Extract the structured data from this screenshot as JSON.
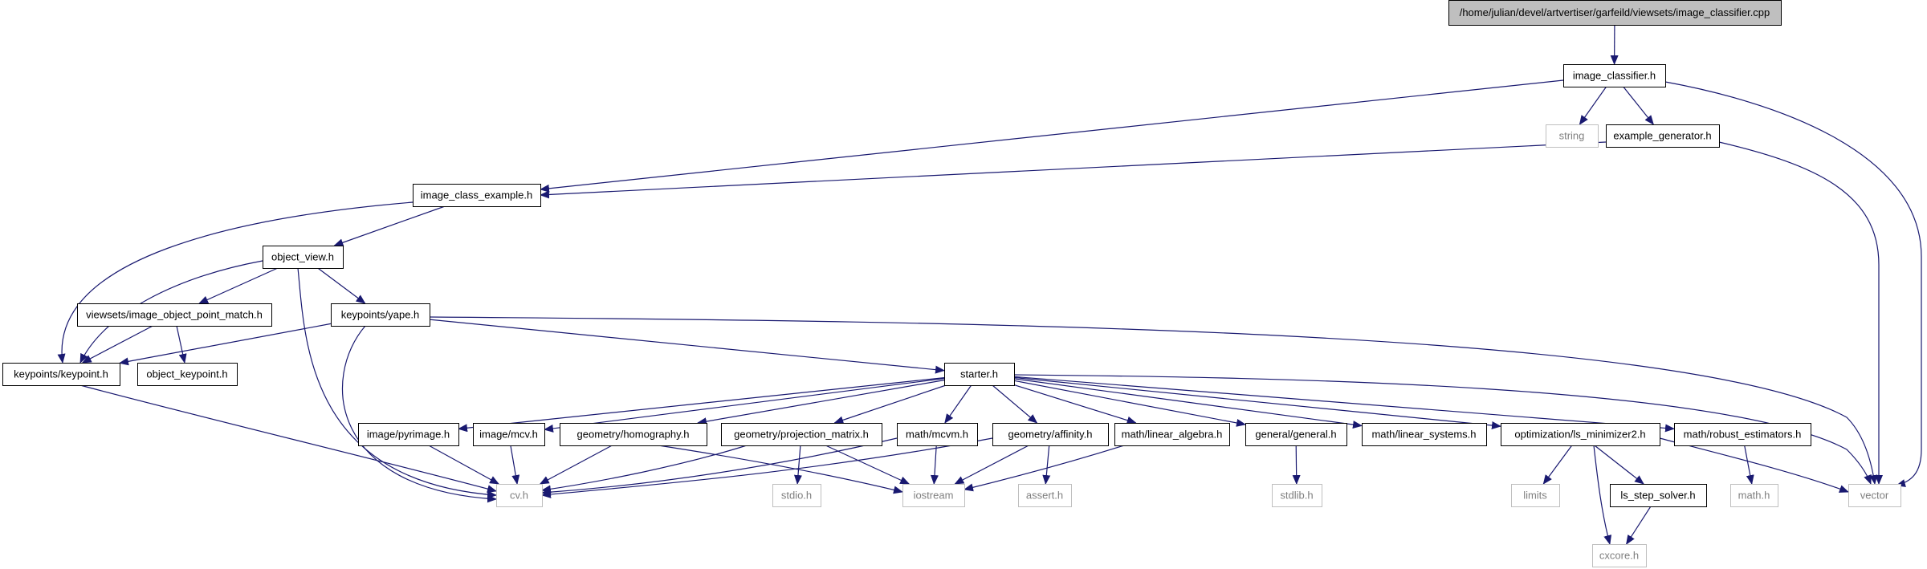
{
  "title": "",
  "colors": {
    "edge": "#191970",
    "node_border": "#000000",
    "sys_border": "#bfbfbf",
    "root_fill": "#bfbfbf",
    "text": "#000000",
    "sys_text": "#7f7f7f"
  },
  "nodes": [
    {
      "id": "root",
      "label": "/home/julian/devel/artvertiser/garfeild/viewsets/image_classifier.cpp",
      "kind": "root"
    },
    {
      "id": "image_classifier",
      "label": "image_classifier.h",
      "kind": "local"
    },
    {
      "id": "string",
      "label": "string",
      "kind": "system"
    },
    {
      "id": "example_generator",
      "label": "example_generator.h",
      "kind": "local"
    },
    {
      "id": "image_class_example",
      "label": "image_class_example.h",
      "kind": "local"
    },
    {
      "id": "object_view",
      "label": "object_view.h",
      "kind": "local"
    },
    {
      "id": "image_object_point_match",
      "label": "viewsets/image_object_point_match.h",
      "kind": "local"
    },
    {
      "id": "yape",
      "label": "keypoints/yape.h",
      "kind": "local"
    },
    {
      "id": "keypoint",
      "label": "keypoints/keypoint.h",
      "kind": "local"
    },
    {
      "id": "object_keypoint",
      "label": "object_keypoint.h",
      "kind": "local"
    },
    {
      "id": "starter",
      "label": "starter.h",
      "kind": "local"
    },
    {
      "id": "pyrimage",
      "label": "image/pyrimage.h",
      "kind": "local"
    },
    {
      "id": "mcv",
      "label": "image/mcv.h",
      "kind": "local"
    },
    {
      "id": "homography",
      "label": "geometry/homography.h",
      "kind": "local"
    },
    {
      "id": "projection_matrix",
      "label": "geometry/projection_matrix.h",
      "kind": "local"
    },
    {
      "id": "mcvm",
      "label": "math/mcvm.h",
      "kind": "local"
    },
    {
      "id": "affinity",
      "label": "geometry/affinity.h",
      "kind": "local"
    },
    {
      "id": "linear_algebra",
      "label": "math/linear_algebra.h",
      "kind": "local"
    },
    {
      "id": "general",
      "label": "general/general.h",
      "kind": "local"
    },
    {
      "id": "linear_systems",
      "label": "math/linear_systems.h",
      "kind": "local"
    },
    {
      "id": "ls_minimizer2",
      "label": "optimization/ls_minimizer2.h",
      "kind": "local"
    },
    {
      "id": "robust_estimators",
      "label": "math/robust_estimators.h",
      "kind": "local"
    },
    {
      "id": "cv",
      "label": "cv.h",
      "kind": "system"
    },
    {
      "id": "stdio",
      "label": "stdio.h",
      "kind": "system"
    },
    {
      "id": "iostream",
      "label": "iostream",
      "kind": "system"
    },
    {
      "id": "assert",
      "label": "assert.h",
      "kind": "system"
    },
    {
      "id": "stdlib",
      "label": "stdlib.h",
      "kind": "system"
    },
    {
      "id": "limits",
      "label": "limits",
      "kind": "system"
    },
    {
      "id": "ls_step_solver",
      "label": "ls_step_solver.h",
      "kind": "local"
    },
    {
      "id": "math_h",
      "label": "math.h",
      "kind": "system"
    },
    {
      "id": "vector",
      "label": "vector",
      "kind": "system"
    },
    {
      "id": "cxcore",
      "label": "cxcore.h",
      "kind": "system"
    }
  ],
  "edges": [
    [
      "root",
      "image_classifier"
    ],
    [
      "image_classifier",
      "image_class_example"
    ],
    [
      "image_classifier",
      "string"
    ],
    [
      "image_classifier",
      "example_generator"
    ],
    [
      "image_classifier",
      "vector"
    ],
    [
      "example_generator",
      "image_class_example"
    ],
    [
      "example_generator",
      "vector"
    ],
    [
      "image_class_example",
      "object_view"
    ],
    [
      "image_class_example",
      "keypoint"
    ],
    [
      "object_view",
      "keypoint"
    ],
    [
      "object_view",
      "image_object_point_match"
    ],
    [
      "object_view",
      "yape"
    ],
    [
      "object_view",
      "cv"
    ],
    [
      "image_object_point_match",
      "keypoint"
    ],
    [
      "image_object_point_match",
      "object_keypoint"
    ],
    [
      "yape",
      "keypoint"
    ],
    [
      "yape",
      "starter"
    ],
    [
      "yape",
      "cv"
    ],
    [
      "yape",
      "vector"
    ],
    [
      "keypoint",
      "cv"
    ],
    [
      "starter",
      "pyrimage"
    ],
    [
      "starter",
      "mcv"
    ],
    [
      "starter",
      "homography"
    ],
    [
      "starter",
      "projection_matrix"
    ],
    [
      "starter",
      "mcvm"
    ],
    [
      "starter",
      "affinity"
    ],
    [
      "starter",
      "linear_algebra"
    ],
    [
      "starter",
      "general"
    ],
    [
      "starter",
      "linear_systems"
    ],
    [
      "starter",
      "ls_minimizer2"
    ],
    [
      "starter",
      "robust_estimators"
    ],
    [
      "starter",
      "vector"
    ],
    [
      "pyrimage",
      "cv"
    ],
    [
      "mcv",
      "cv"
    ],
    [
      "homography",
      "cv"
    ],
    [
      "homography",
      "iostream"
    ],
    [
      "projection_matrix",
      "cv"
    ],
    [
      "projection_matrix",
      "stdio"
    ],
    [
      "projection_matrix",
      "iostream"
    ],
    [
      "mcvm",
      "cv"
    ],
    [
      "mcvm",
      "iostream"
    ],
    [
      "affinity",
      "cv"
    ],
    [
      "affinity",
      "iostream"
    ],
    [
      "affinity",
      "assert"
    ],
    [
      "linear_algebra",
      "iostream"
    ],
    [
      "general",
      "stdlib"
    ],
    [
      "ls_minimizer2",
      "limits"
    ],
    [
      "ls_minimizer2",
      "ls_step_solver"
    ],
    [
      "ls_minimizer2",
      "cxcore"
    ],
    [
      "ls_minimizer2",
      "vector"
    ],
    [
      "ls_step_solver",
      "cxcore"
    ],
    [
      "robust_estimators",
      "math_h"
    ]
  ]
}
